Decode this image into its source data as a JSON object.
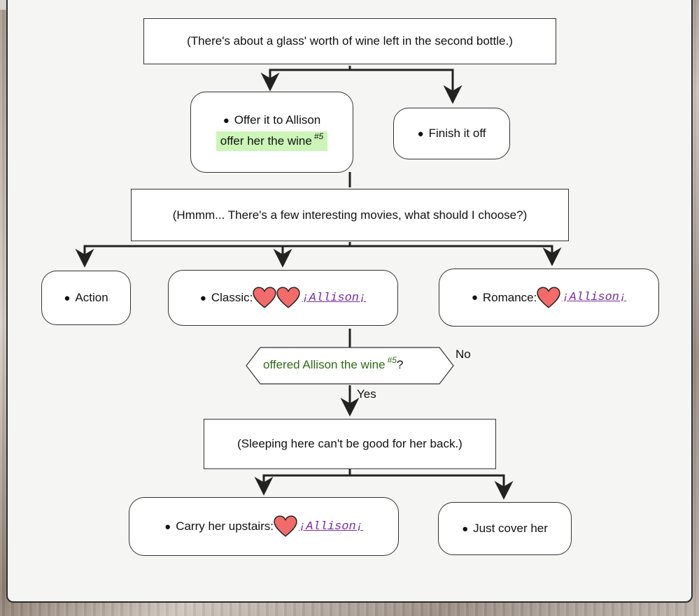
{
  "nodes": {
    "wine_prompt": "(There's about a glass' worth of wine left in the second bottle.)",
    "offer_choice": "Offer it to Allison",
    "offer_tag": "offer her the wine",
    "offer_tag_ref": "#5",
    "finish_choice": "Finish it off",
    "movie_prompt": "(Hmmm... There's a few interesting movies, what should I choose?)",
    "action_choice": "Action",
    "classic_choice": "Classic:",
    "romance_choice": "Romance:",
    "condition": "offered Allison the wine",
    "condition_ref": "#5",
    "condition_q": "?",
    "no_label": "No",
    "yes_label": "Yes",
    "sleep_prompt": "(Sleeping here can't be good for her back.)",
    "carry_choice": "Carry her upstairs:",
    "cover_choice": "Just cover her"
  },
  "affection": {
    "character": "¡Allison¡",
    "classic_hearts": 2,
    "romance_hearts": 1,
    "carry_hearts": 1,
    "heart_color": "#f26b6b",
    "link_color": "#7a2aa3"
  },
  "colors": {
    "tag_bg": "#ccf5b8",
    "condition_text": "#2e6b15"
  }
}
